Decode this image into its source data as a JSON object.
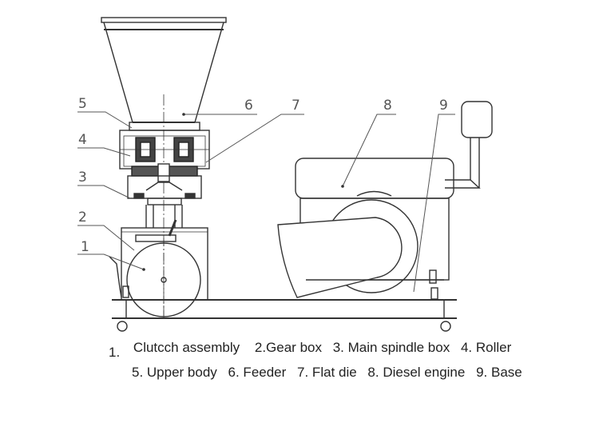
{
  "title": "Flat die pellet mill with diesel engine — parts diagram",
  "callouts": [
    {
      "num": "1",
      "part": "Clutcch assembly"
    },
    {
      "num": "2",
      "part": "Gear box"
    },
    {
      "num": "3",
      "part": "Main spindle box"
    },
    {
      "num": "4",
      "part": "Roller"
    },
    {
      "num": "5",
      "part": "Upper body"
    },
    {
      "num": "6",
      "part": "Feeder"
    },
    {
      "num": "7",
      "part": "Flat die"
    },
    {
      "num": "8",
      "part": "Diesel engine"
    },
    {
      "num": "9",
      "part": "Base"
    }
  ],
  "legend": {
    "line1": [
      "1.",
      "Clutcch assembly",
      "2.Gear box",
      "3. Main spindle box",
      "4. Roller"
    ],
    "line2": [
      "5. Upper body",
      "6. Feeder",
      "7. Flat die",
      "8. Diesel engine",
      "9. Base"
    ]
  }
}
